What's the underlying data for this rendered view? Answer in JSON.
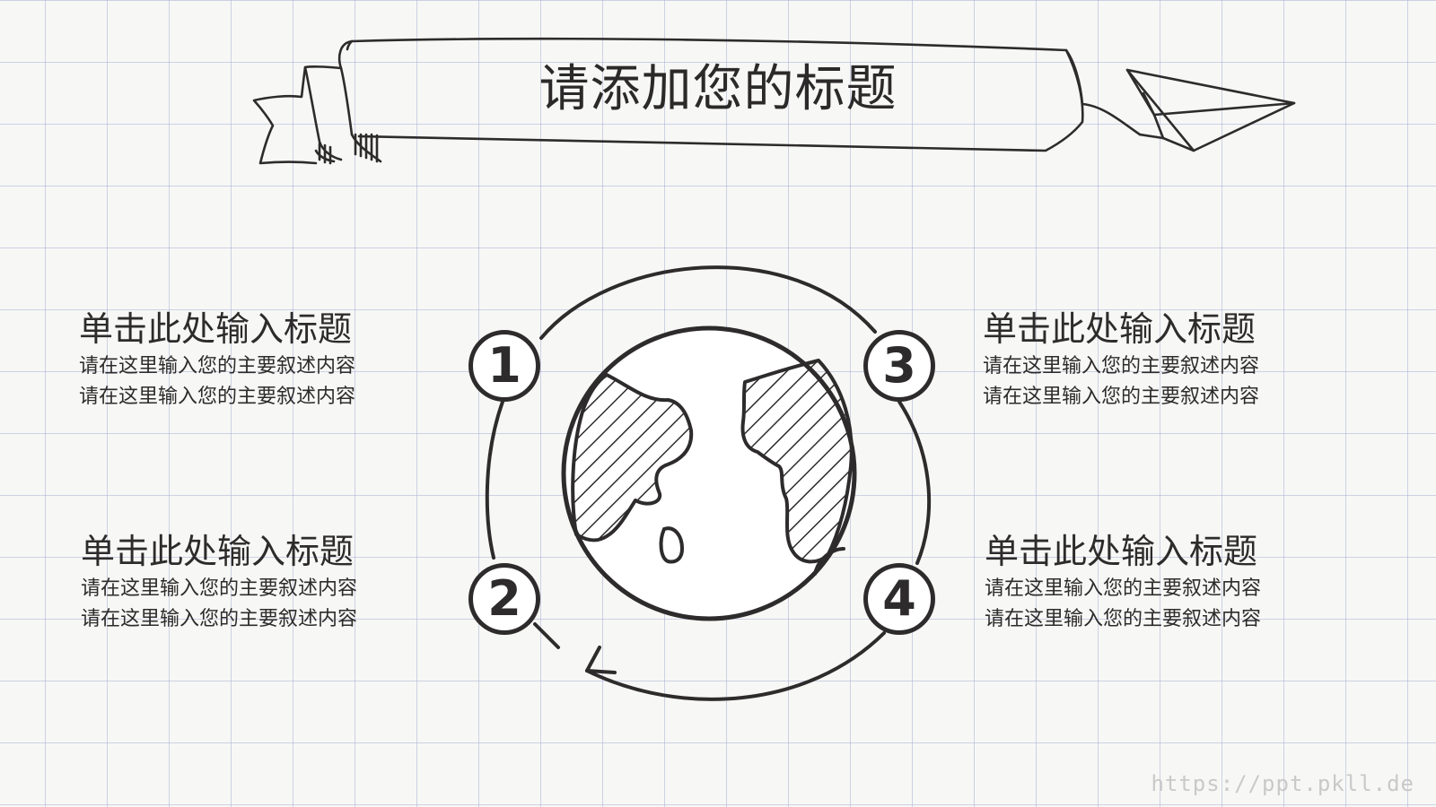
{
  "title": "请添加您的标题",
  "items": [
    {
      "number": "1",
      "heading": "单击此处输入标题",
      "lines": [
        "请在这里输入您的主要叙述内容",
        "请在这里输入您的主要叙述内容"
      ]
    },
    {
      "number": "2",
      "heading": "单击此处输入标题",
      "lines": [
        "请在这里输入您的主要叙述内容",
        "请在这里输入您的主要叙述内容"
      ]
    },
    {
      "number": "3",
      "heading": "单击此处输入标题",
      "lines": [
        "请在这里输入您的主要叙述内容",
        "请在这里输入您的主要叙述内容"
      ]
    },
    {
      "number": "4",
      "heading": "单击此处输入标题",
      "lines": [
        "请在这里输入您的主要叙述内容",
        "请在这里输入您的主要叙述内容"
      ]
    }
  ],
  "watermark": "https://ppt.pkll.de",
  "colors": {
    "ink": "#2d2b2b",
    "paper": "#f7f8f5",
    "grid": "#aaafd7",
    "watermark": "#c9c9c9"
  },
  "icons": [
    "ribbon-banner-icon",
    "paper-plane-icon",
    "globe-icon",
    "cycle-arrow-icon"
  ]
}
